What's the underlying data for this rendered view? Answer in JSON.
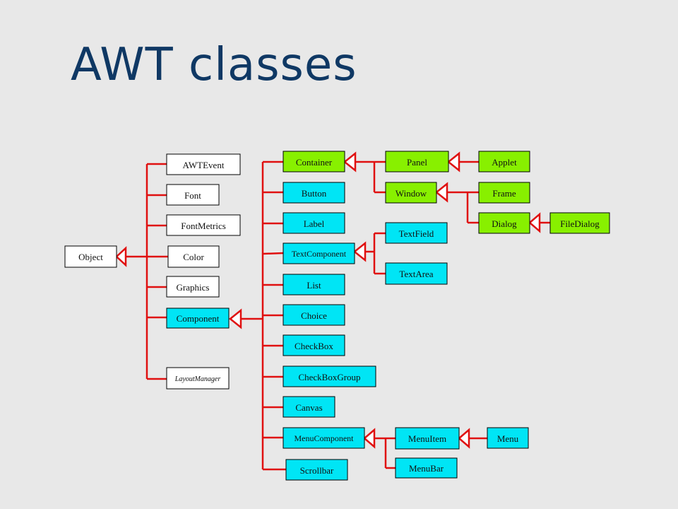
{
  "title": "AWT classes",
  "colors": {
    "background": "#e8e8e8",
    "title": "#0f3864",
    "connector": "#e01010",
    "white_node": "#ffffff",
    "cyan_node": "#00e5f5",
    "green_node": "#88f000"
  },
  "nodes": {
    "object": "Object",
    "awtevent": "AWTEvent",
    "font": "Font",
    "fontmetrics": "FontMetrics",
    "color": "Color",
    "graphics": "Graphics",
    "component": "Component",
    "layoutmanager": "LayoutManager",
    "container": "Container",
    "button": "Button",
    "label": "Label",
    "textcomponent": "TextComponent",
    "list": "List",
    "choice": "Choice",
    "checkbox": "CheckBox",
    "checkboxgroup": "CheckBoxGroup",
    "canvas": "Canvas",
    "menucomponent": "MenuComponent",
    "scrollbar": "Scrollbar",
    "panel": "Panel",
    "window": "Window",
    "textfield": "TextField",
    "textarea": "TextArea",
    "menuitem": "MenuItem",
    "menubar": "MenuBar",
    "applet": "Applet",
    "frame": "Frame",
    "dialog": "Dialog",
    "filedialog": "FileDialog",
    "menu": "Menu"
  }
}
